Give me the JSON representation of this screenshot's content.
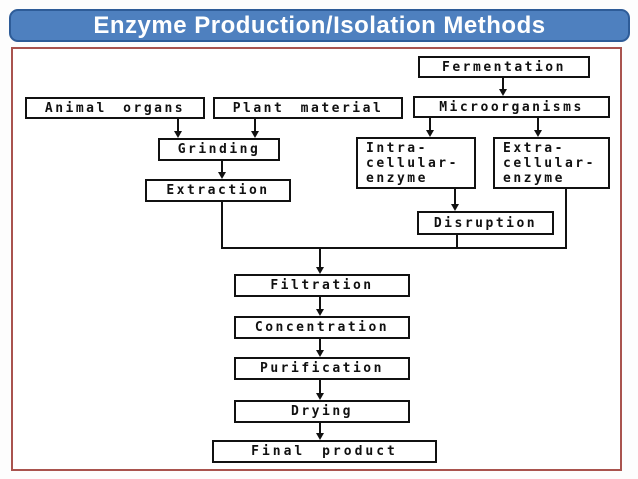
{
  "title": "Enzyme Production/Isolation Methods",
  "colors": {
    "title_bar_fill": "#4e80bf",
    "title_bar_border": "#2e5c98",
    "title_text": "#ffffff",
    "frame_border": "#a9534e",
    "diagram_ink": "#111111",
    "node_fill": "#ffffff"
  },
  "diagram": {
    "type": "flowchart",
    "nodes": {
      "fermentation": "Fermentation",
      "animal_organs": "Animal organs",
      "plant_material": "Plant material",
      "microorganisms": "Microorganisms",
      "grinding": "Grinding",
      "intra_cellular_enzyme": "Intra-\ncellular-\nenzyme",
      "extra_cellular_enzyme": "Extra-\ncellular-\nenzyme",
      "extraction": "Extraction",
      "disruption": "Disruption",
      "filtration": "Filtration",
      "concentration": "Concentration",
      "purification": "Purification",
      "drying": "Drying",
      "final_product": "Final product"
    },
    "edges": [
      {
        "from": "Fermentation",
        "to": "Microorganisms"
      },
      {
        "from": "Animal organs",
        "to": "Grinding"
      },
      {
        "from": "Plant material",
        "to": "Grinding"
      },
      {
        "from": "Microorganisms",
        "to": "Intra-cellular-enzyme"
      },
      {
        "from": "Microorganisms",
        "to": "Extra-cellular-enzyme"
      },
      {
        "from": "Grinding",
        "to": "Extraction"
      },
      {
        "from": "Intra-cellular-enzyme",
        "to": "Disruption"
      },
      {
        "from": "Extraction",
        "to": "Filtration"
      },
      {
        "from": "Disruption",
        "to": "Filtration"
      },
      {
        "from": "Extra-cellular-enzyme",
        "to": "Filtration"
      },
      {
        "from": "Filtration",
        "to": "Concentration"
      },
      {
        "from": "Concentration",
        "to": "Purification"
      },
      {
        "from": "Purification",
        "to": "Drying"
      },
      {
        "from": "Drying",
        "to": "Final product"
      }
    ]
  }
}
